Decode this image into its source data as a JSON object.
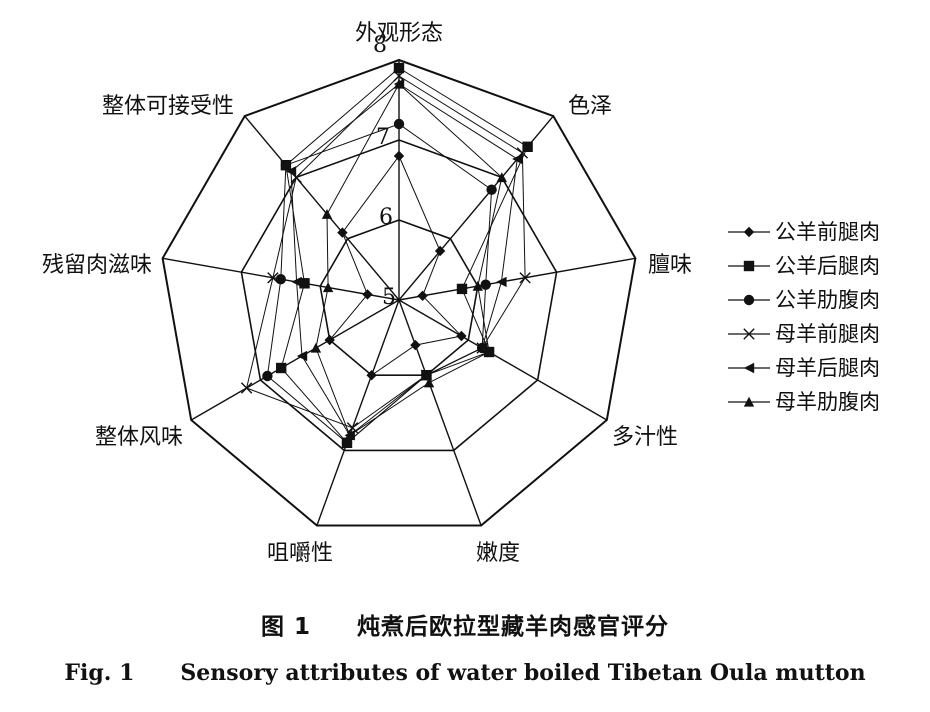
{
  "chart_data": {
    "type": "radar",
    "axes": [
      "外观形态",
      "色泽",
      "膻味",
      "多汁性",
      "嫩度",
      "咀嚼性",
      "整体风味",
      "残留肉滋味",
      "整体可接受性"
    ],
    "ticks": [
      "5",
      "6",
      "7",
      "8"
    ],
    "rlim": [
      5,
      8
    ],
    "grid": true,
    "legend_position": "right",
    "series": [
      {
        "name": "公羊前腿肉",
        "marker": "diamond",
        "values": [
          6.8,
          5.8,
          5.3,
          5.9,
          5.6,
          6.0,
          6.0,
          5.4,
          6.1
        ]
      },
      {
        "name": "公羊后腿肉",
        "marker": "square",
        "values": [
          7.9,
          7.5,
          5.8,
          6.3,
          6.0,
          6.9,
          6.7,
          6.2,
          7.2
        ]
      },
      {
        "name": "公羊肋腹肉",
        "marker": "circle",
        "values": [
          7.2,
          6.8,
          6.1,
          6.2,
          6.0,
          6.9,
          6.9,
          6.5,
          7.2
        ]
      },
      {
        "name": "母羊前腿肉",
        "marker": "x",
        "values": [
          7.8,
          7.4,
          6.6,
          6.2,
          6.0,
          6.7,
          7.2,
          6.6,
          7.0
        ]
      },
      {
        "name": "母羊后腿肉",
        "marker": "triangle-left",
        "values": [
          7.7,
          7.3,
          6.3,
          6.2,
          6.0,
          6.8,
          6.4,
          6.3,
          7.1
        ]
      },
      {
        "name": "母羊肋腹肉",
        "marker": "triangle",
        "values": [
          7.7,
          7.0,
          6.0,
          6.3,
          6.1,
          6.8,
          6.2,
          5.9,
          6.4
        ]
      }
    ]
  },
  "caption": {
    "zh_number": "图 1",
    "zh_title": "炖煮后欧拉型藏羊肉感官评分",
    "en_number": "Fig. 1",
    "en_title": "Sensory attributes of water boiled Tibetan Oula mutton"
  }
}
